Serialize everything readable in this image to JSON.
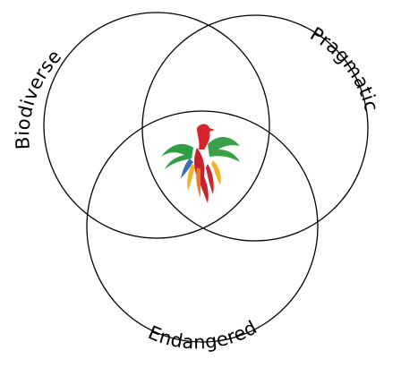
{
  "diagram": {
    "type": "venn",
    "sets": [
      {
        "label": "Biodiverse"
      },
      {
        "label": "Pragmatic"
      },
      {
        "label": "Endangered"
      }
    ],
    "center_logo": {
      "icon": "phoenix-bird-icon",
      "colors": {
        "head": "#d6242a",
        "body": "#c8202c",
        "wing_left": "#2f9e44",
        "wing_right": "#3aa14a",
        "feather_blue": "#3b6fb6",
        "feather_yellow": "#f2b32a",
        "feather_orange": "#ec7a2b",
        "feather_red": "#c9252c"
      }
    },
    "stroke_color": "#000000"
  }
}
